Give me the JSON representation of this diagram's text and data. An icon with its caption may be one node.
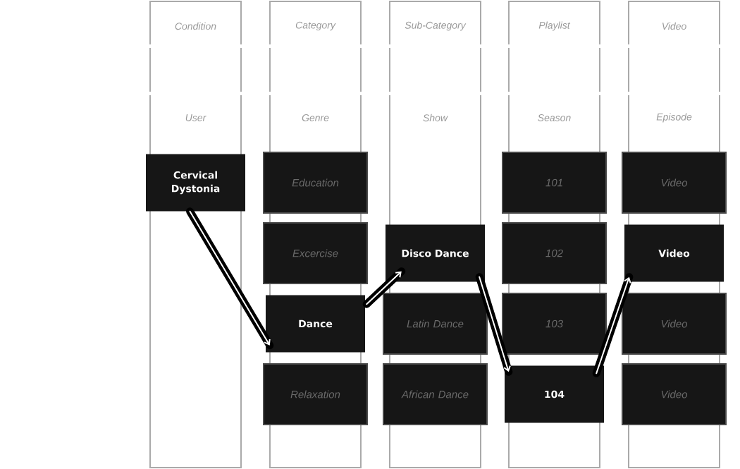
{
  "diagram": {
    "nodes": [
      {
        "text": [
          "Cervical Dystonia"
        ]
      },
      {
        "text": [
          "Education"
        ]
      },
      {
        "text": [
          "Excercise"
        ]
      },
      {
        "text": [
          "Dance"
        ]
      },
      {
        "text": [
          "Relaxation"
        ]
      },
      {
        "text": [
          "Disco Dance"
        ]
      },
      {
        "text": [
          "Latin Dance"
        ]
      },
      {
        "text": [
          "African Dance"
        ]
      },
      {
        "text": [
          "101"
        ]
      },
      {
        "text": [
          "102"
        ]
      },
      {
        "text": [
          "103"
        ]
      },
      {
        "text": [
          "104"
        ]
      },
      {
        "text": [
          "Video"
        ]
      },
      {
        "text": [
          "Video"
        ]
      },
      {
        "text": [
          "Video"
        ]
      },
      {
        "text": [
          "Video"
        ]
      }
    ],
    "edges": [
      {
        "from": 0,
        "to": 3,
        "arrow": "to"
      },
      {
        "from": 3,
        "to": 5,
        "arrow": "to"
      },
      {
        "from": 5,
        "to": 11,
        "arrow": "to"
      },
      {
        "from": 11,
        "to": 13,
        "arrow": "to"
      }
    ],
    "labels": [
      "Condition",
      "Category",
      "Sub-Category",
      "Playlist",
      "Video",
      "User",
      "Genre",
      "Show",
      "Season",
      "Episode"
    ]
  }
}
